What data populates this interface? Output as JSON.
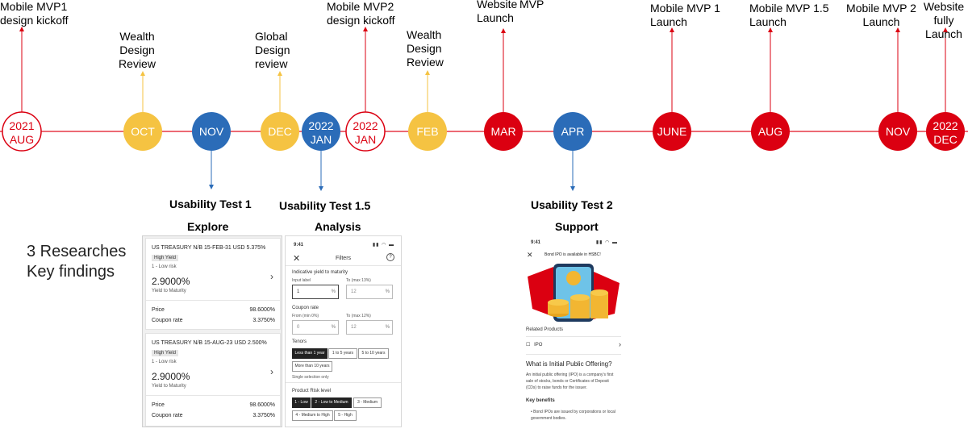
{
  "timeline": {
    "colors": {
      "red": "#db0011",
      "yellow": "#f5c342",
      "blue": "#2b6cb8",
      "axis": "#e01020",
      "date_text": "#ffffff"
    },
    "nodes": [
      {
        "id": "n-2021-aug",
        "line1": "2021",
        "line2": "AUG",
        "style": "outline-red",
        "event": "Mobile MVP1\ndesign kickoff",
        "direction": "up"
      },
      {
        "id": "n-oct",
        "line1": "OCT",
        "line2": "",
        "style": "yellow",
        "event": "Wealth\nDesign\nReview",
        "direction": "up"
      },
      {
        "id": "n-nov",
        "line1": "NOV",
        "line2": "",
        "style": "blue",
        "event": "",
        "direction": "down"
      },
      {
        "id": "n-dec",
        "line1": "DEC",
        "line2": "",
        "style": "yellow",
        "event": "Global\nDesign\nreview",
        "direction": "up"
      },
      {
        "id": "n-2022-jan-blue",
        "line1": "2022",
        "line2": "JAN",
        "style": "blue",
        "event": "",
        "direction": "down"
      },
      {
        "id": "n-2022-jan-red",
        "line1": "2022",
        "line2": "JAN",
        "style": "outline-red",
        "event": "Mobile MVP2\ndesign kickoff",
        "direction": "up"
      },
      {
        "id": "n-feb",
        "line1": "FEB",
        "line2": "",
        "style": "yellow",
        "event": "Wealth\nDesign\nReview",
        "direction": "up"
      },
      {
        "id": "n-mar",
        "line1": "MAR",
        "line2": "",
        "style": "red",
        "event": "Website\nLaunch",
        "extra": "MVP",
        "direction": "up"
      },
      {
        "id": "n-apr",
        "line1": "APR",
        "line2": "",
        "style": "blue",
        "event": "",
        "direction": "down"
      },
      {
        "id": "n-june",
        "line1": "JUNE",
        "line2": "",
        "style": "red",
        "event": "Mobile MVP 1\nLaunch",
        "direction": "up"
      },
      {
        "id": "n-aug",
        "line1": "AUG",
        "line2": "",
        "style": "red",
        "event": "Mobile MVP 1.5\nLaunch",
        "direction": "up"
      },
      {
        "id": "n-nov-2",
        "line1": "NOV",
        "line2": "",
        "style": "red",
        "event": "Mobile MVP 2\nLaunch",
        "direction": "up"
      },
      {
        "id": "n-2022-dec",
        "line1": "2022",
        "line2": "DEC",
        "style": "red",
        "event": "Website\nfully\nLaunch",
        "direction": "up"
      }
    ]
  },
  "tests": {
    "t1": {
      "title": "Usability Test 1",
      "screen": "Explore"
    },
    "t15": {
      "title": "Usability Test  1.5",
      "screen": "Analysis"
    },
    "t2": {
      "title": "Usability Test  2",
      "screen": "Support"
    }
  },
  "findings_title": "3 Researches\nKey findings",
  "explore": {
    "cards": [
      {
        "name": "US TREASURY N/B 15-FEB-31 USD 5.375%",
        "tag": "High Yield",
        "risk": "1 - Low risk",
        "yield": "2.9000%",
        "yield_label": "Yield to Maturity",
        "price_label": "Price",
        "price": "98.6000%",
        "coupon_label": "Coupon rate",
        "coupon": "3.3750%"
      },
      {
        "name": "US TREASURY N/B 15-AUG-23 USD 2.500%",
        "tag": "High Yield",
        "risk": "1 - Low risk",
        "yield": "2.9000%",
        "yield_label": "Yield to Maturity",
        "price_label": "Price",
        "price": "98.6000%",
        "coupon_label": "Coupon rate",
        "coupon": "3.3750%"
      }
    ]
  },
  "filters": {
    "time": "9:41",
    "title": "Filters",
    "yield_section": "Indicative yield to maturity",
    "input_label": "Input label",
    "to_max_13": "To (max 13%)",
    "yield_from": "1",
    "yield_to": "12",
    "coupon_section": "Coupon rate",
    "from_min_0": "From (min 0%)",
    "to_max_12": "To (max 12%)",
    "coupon_from": "0",
    "coupon_to": "12",
    "unit": "%",
    "tenors_section": "Tenors",
    "tenors": [
      "Less than 1 year",
      "1 to 5 years",
      "5 to 10 years",
      "More than 10 years"
    ],
    "single_note": "Single selection only",
    "risk_section": "Product Risk level",
    "risks": [
      "1 - Low",
      "2 - Low to Medium",
      "3 - Medium",
      "4 - Medium to High",
      "5 - High"
    ]
  },
  "support": {
    "time": "9:41",
    "banner": "Bond IPO is available in HSBC!",
    "related": "Related Products",
    "ipo": "IPO",
    "what_title": "What is Initial Public Offering?",
    "what_body": "An initial public offering (IPO) is a company's first sale of stocks, bonds or Certificates of Deposit (CDs) to raise funds for the issuer.",
    "benefits_title": "Key benefits",
    "benefit_1": "Bond IPOs are issued by corporations or local government bodies."
  }
}
